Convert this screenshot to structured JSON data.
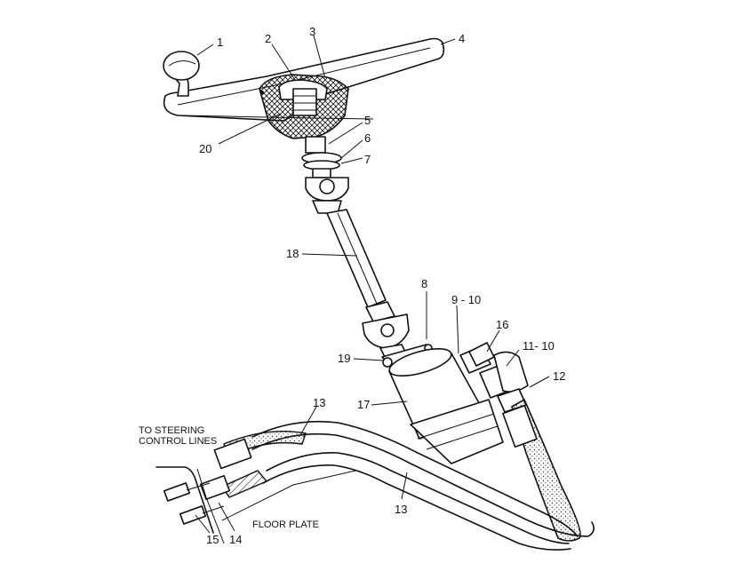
{
  "callouts": {
    "c1": "1",
    "c2": "2",
    "c3": "3",
    "c4": "4",
    "c5": "5",
    "c6": "6",
    "c7": "7",
    "c8": "8",
    "c9_10": "9 - 10",
    "c11_10": "11- 10",
    "c12": "12",
    "c13_top": "13",
    "c13_bottom": "13",
    "c14": "14",
    "c15": "15",
    "c16": "16",
    "c17": "17",
    "c18": "18",
    "c19": "19",
    "c20": "20"
  },
  "notes": {
    "steering_line1": "TO STEERING",
    "steering_line2": "CONTROL LINES",
    "floor_plate": "FLOOR PLATE"
  }
}
